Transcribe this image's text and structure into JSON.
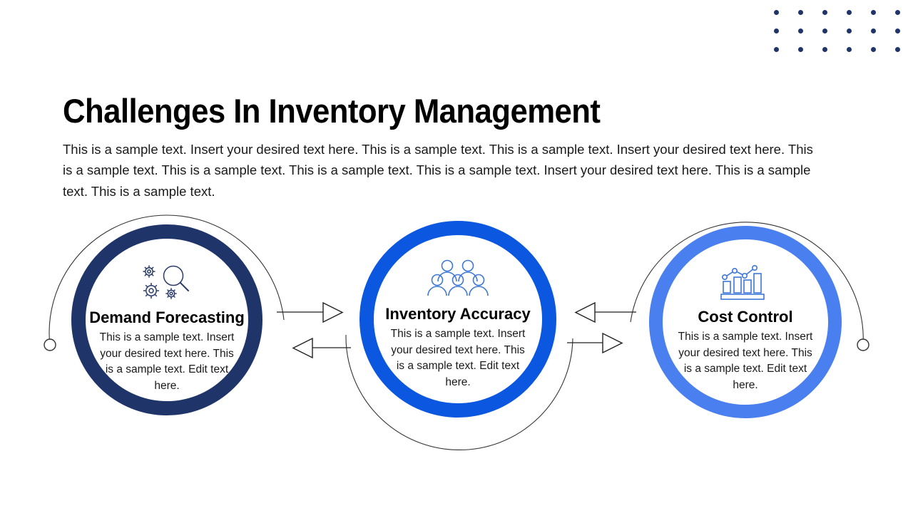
{
  "slide": {
    "title": "Challenges In Inventory Management",
    "intro": "This is a sample text. Insert your desired text here. This is a sample text. This is a sample text. Insert your desired text here. This is a sample text. This is a sample text. This is a sample text. This is a sample text. Insert your desired text here. This is a sample text. This is a sample text."
  },
  "decor": {
    "dot_grid_color": "#1F3468",
    "dot_grid_columns": 6,
    "dot_grid_rows": 3
  },
  "diagram": {
    "connector_color": "#222222",
    "nodes": [
      {
        "id": "demand-forecasting",
        "title": "Demand Forecasting",
        "body": "This is a sample text. Insert your desired text here. This is a sample text. Edit text here.",
        "ring_color": "#1F3468",
        "icon": "gears-magnifier-icon"
      },
      {
        "id": "inventory-accuracy",
        "title": "Inventory Accuracy",
        "body": "This is a sample text. Insert your desired text here. This is a sample text. Edit text here.",
        "ring_color": "#0B57E0",
        "icon": "people-group-icon"
      },
      {
        "id": "cost-control",
        "title": "Cost Control",
        "body": "This is a sample text. Insert your desired text here. This is a sample text. Edit text here.",
        "ring_color": "#4A7FF0",
        "icon": "bar-chart-line-icon"
      }
    ]
  }
}
